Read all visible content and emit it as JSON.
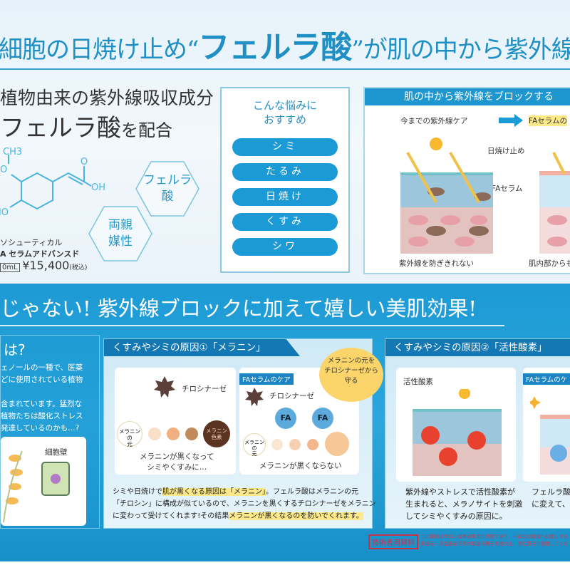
{
  "header": {
    "title_pre": "細胞の日焼け止め“",
    "title_main": "フェルラ酸",
    "title_post": "”が肌の中から紫外線ブ"
  },
  "intro": {
    "line1": "植物由来の紫外線吸収成分",
    "line2_main": "フェルラ酸",
    "line2_suffix": "を配合",
    "molecule_labels": {
      "ch3": "CH3",
      "oh": "OH",
      "ho": "HO",
      "o": "O"
    },
    "hex1": [
      "フェルラ",
      "酸"
    ],
    "hex2": [
      "両親",
      "媒性"
    ]
  },
  "product": {
    "brand": "ソシューティカル",
    "name": "A セラムアドバンスド",
    "volume": "0mL",
    "price": "¥15,400",
    "tax": "(税込)"
  },
  "worries": {
    "title": [
      "こんな悩みに",
      "おすすめ"
    ],
    "items": [
      "シミ",
      "たるみ",
      "日焼け",
      "くすみ",
      "シワ"
    ]
  },
  "uv_block": {
    "header": "肌の中から紫外線をブロックする",
    "before_label": "今までの紫外線ケア",
    "after_label": "FAセラムの",
    "sunscreen_label": "日焼け止め",
    "serum_label": "FAセラム",
    "before_caption": "紫外線を防ぎきれない",
    "after_caption": "肌内部からも"
  },
  "band": {
    "title": "じゃない! 紫外線ブロックに加えて嬉しい美肌効果!"
  },
  "about": {
    "title": "は?",
    "lines": [
      "ェノールの一種で、医薬",
      "どに使用されている植物",
      "",
      "含まれています。猛烈な",
      "植物たちは酸化ストレス",
      "発達しているのかも…?"
    ],
    "cell_wall_label": "細胞壁"
  },
  "cause1": {
    "tab": "くすみやシミの原因①「メラニン」",
    "tyrosinase": "チロシナーゼ",
    "melanin_source": [
      "メラニンの",
      "元"
    ],
    "melanin_pigment": [
      "メラニン",
      "色素"
    ],
    "before_caption": [
      "メラニンが黒くなって",
      "シミやくすみに…"
    ],
    "care_tag": "FAセラムのケア",
    "fa": "FA",
    "after_caption": "メラニンが黒くならない",
    "bubble": [
      "メラニンの元を",
      "チロシナーゼから",
      "守る"
    ],
    "desc": {
      "l1a": "シミや日焼けで",
      "l1hl": "肌が黒くなる原因は「メラニン」",
      "l1b": "。フェルラ酸はメラニンの元",
      "l2": "「チロシン」に構成が似ているので、メラニンを黒くするチロシナーゼをメラニン",
      "l3a": "に変わって受けてくれます!その結果",
      "l3hl": "メラニンが黒くなるのを防いでくれます。"
    }
  },
  "cause2": {
    "tab": "くすみやシミの原因②「活性酸素」",
    "ros_label": "活性酸素",
    "care_tag": "FAセラムのケ",
    "desc": [
      "紫外線やストレスで活性酸素が",
      "生まれると、メラノサイトを刺激",
      "してシミやくすみの原因に。"
    ],
    "desc_right": [
      "フェルラ酸",
      "に変えて、酸"
    ]
  },
  "footer": {
    "stamp": "技術者用資料",
    "disclaimer": [
      "この資料はサロン従事者専用の内容であり、一般のお客様へお渡しする",
      "薬機法・景品表示法等の関連法規を考慮の上、貴社責任で使用してくだ"
    ]
  },
  "colors": {
    "brand_blue": "#1b9ad6",
    "dark_blue": "#1478b4",
    "highlight": "#fde98a",
    "bubble": "#fcd56a",
    "disclaimer_red": "#d03a52"
  }
}
